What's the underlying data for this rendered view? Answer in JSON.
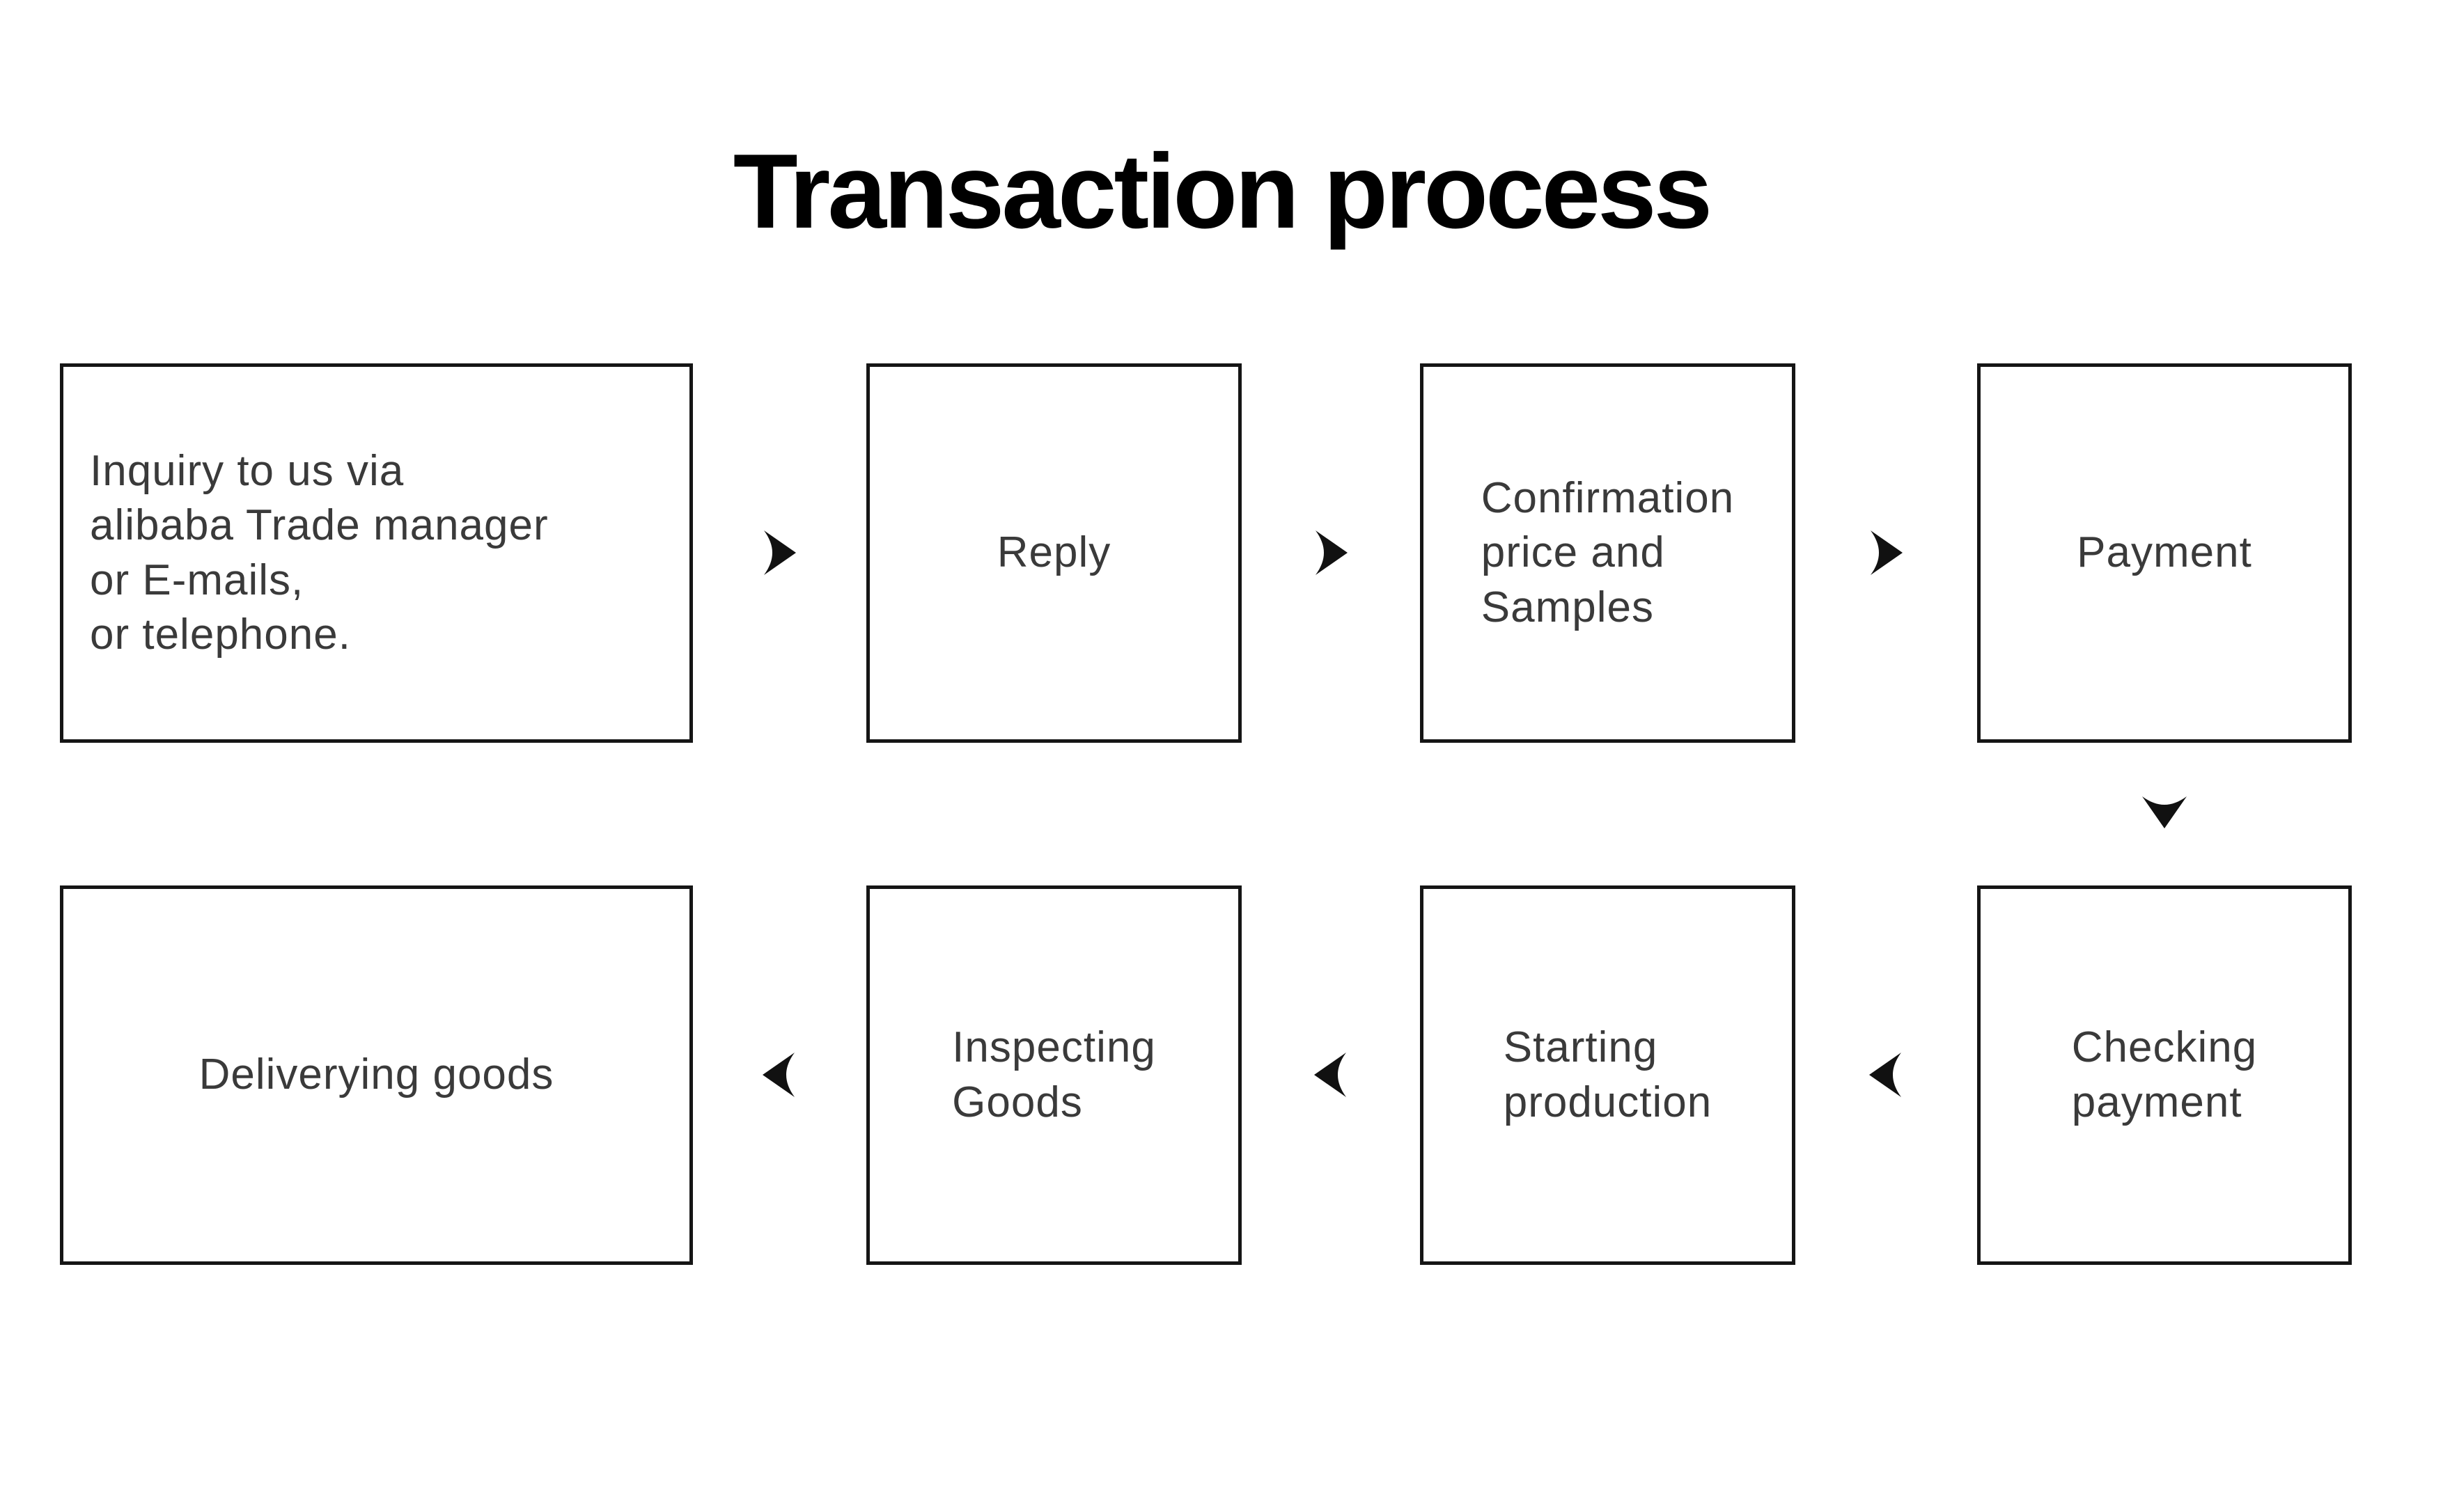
{
  "title": "Transaction process",
  "colors": {
    "background": "#ffffff",
    "box_border": "#151515",
    "box_text": "#3a3a3a",
    "title_text": "#000000",
    "arrow": "#111111"
  },
  "boxes": {
    "inquiry": {
      "lines": [
        "Inquiry to us via",
        "alibaba Trade manager",
        "or E-mails,",
        "or telephone."
      ]
    },
    "reply": {
      "lines": [
        "Reply"
      ]
    },
    "confirmation": {
      "lines": [
        "Confirmation",
        "price and",
        "Samples"
      ]
    },
    "payment": {
      "lines": [
        "Payment"
      ]
    },
    "checking": {
      "lines": [
        "Checking",
        "payment"
      ]
    },
    "starting": {
      "lines": [
        "Starting",
        "production"
      ]
    },
    "inspecting": {
      "lines": [
        "Inspecting",
        "Goods"
      ]
    },
    "delivering": {
      "lines": [
        "Deliverying goods"
      ]
    }
  },
  "arrows": [
    {
      "name": "arrow-inquiry-to-reply",
      "direction": "right"
    },
    {
      "name": "arrow-reply-to-confirmation",
      "direction": "right"
    },
    {
      "name": "arrow-confirmation-to-payment",
      "direction": "right"
    },
    {
      "name": "arrow-payment-to-checking",
      "direction": "down"
    },
    {
      "name": "arrow-checking-to-starting",
      "direction": "left"
    },
    {
      "name": "arrow-starting-to-inspecting",
      "direction": "left"
    },
    {
      "name": "arrow-inspecting-to-delivering",
      "direction": "left"
    }
  ]
}
